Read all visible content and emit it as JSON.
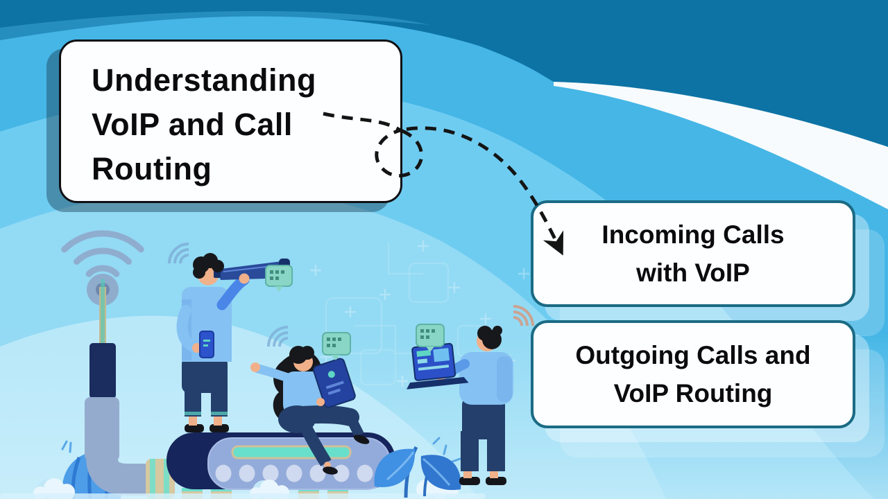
{
  "slide": {
    "title_card": {
      "text": "Understanding\nVoIP and Call\nRouting"
    },
    "topic_cards": [
      {
        "label": "Incoming Calls\nwith VoIP"
      },
      {
        "label": "Outgoing Calls and\nVoIP Routing"
      }
    ],
    "connector": {
      "style": "dashed-curved-arrow",
      "from": "Understanding VoIP and Call Routing",
      "to": "Incoming Calls with VoIP"
    }
  },
  "illustration": {
    "scene": "people with devices around a giant wifi router and antenna",
    "icons": [
      "wifi-signal-icon",
      "antenna-icon",
      "router-icon",
      "telescope-icon",
      "smartphone-icon",
      "tablet-icon",
      "laptop-icon",
      "chat-bubble-icon",
      "leaf-plant-icon",
      "bush-icon",
      "cloud-bush-icon",
      "circuit-pattern"
    ]
  },
  "colors": {
    "band_dark": "#0d73a5",
    "band_medium": "#45b6e6",
    "band_light": "#6fccf1",
    "band_lighter": "#93daf4",
    "band_lightest": "#b9e8f9",
    "swoosh_white": "#f7fbfd",
    "card_border_teal": "#1b6b84",
    "title_border_black": "#101014",
    "text_black": "#0b0b0e",
    "arrow_black": "#141414"
  }
}
